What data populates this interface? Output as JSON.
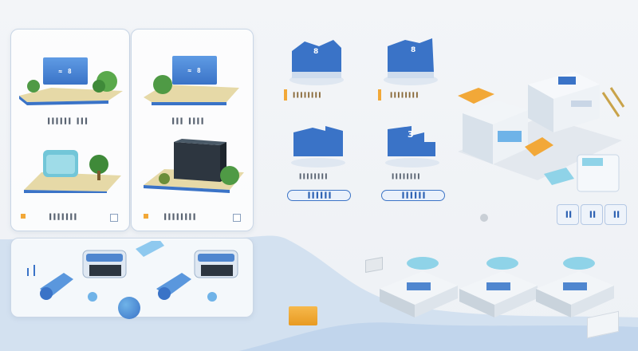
{
  "panels": {
    "top_left": {
      "sign_text": "≈ 8",
      "caption": "▐▐▐▐▐▐ ▐▐▐"
    },
    "top_right": {
      "sign_text": "≈ 8",
      "caption": "▐▐▐ ▐▐▐▐"
    },
    "bottom_left": {
      "caption": "▐▐▐▐▐▐▐"
    },
    "bottom_right": {
      "caption": "▐▐▐▐▐▐▐▐"
    }
  },
  "modules": {
    "m1": {
      "label": "▐▐▐▐▐▐▐▐",
      "glyph": "8"
    },
    "m2": {
      "label": "▐▐▐▐▐▐▐▐",
      "glyph": "8"
    },
    "m3": {
      "label": "▐▐▐▐▐▐▐▐",
      "pill": "▐▐▐▐▐▐"
    },
    "m4": {
      "label": "▐▐▐▐▐▐▐▐",
      "glyph": "3",
      "pill": "▐▐▐▐▐▐"
    }
  },
  "side_buttons": [
    "▐▐",
    "▐▐",
    "▐▐"
  ],
  "colors": {
    "accent_blue": "#3a73c7",
    "light_blue": "#6fb3e8",
    "orange": "#f2a838",
    "green": "#4f9a45",
    "wave": "#c9dbef"
  }
}
